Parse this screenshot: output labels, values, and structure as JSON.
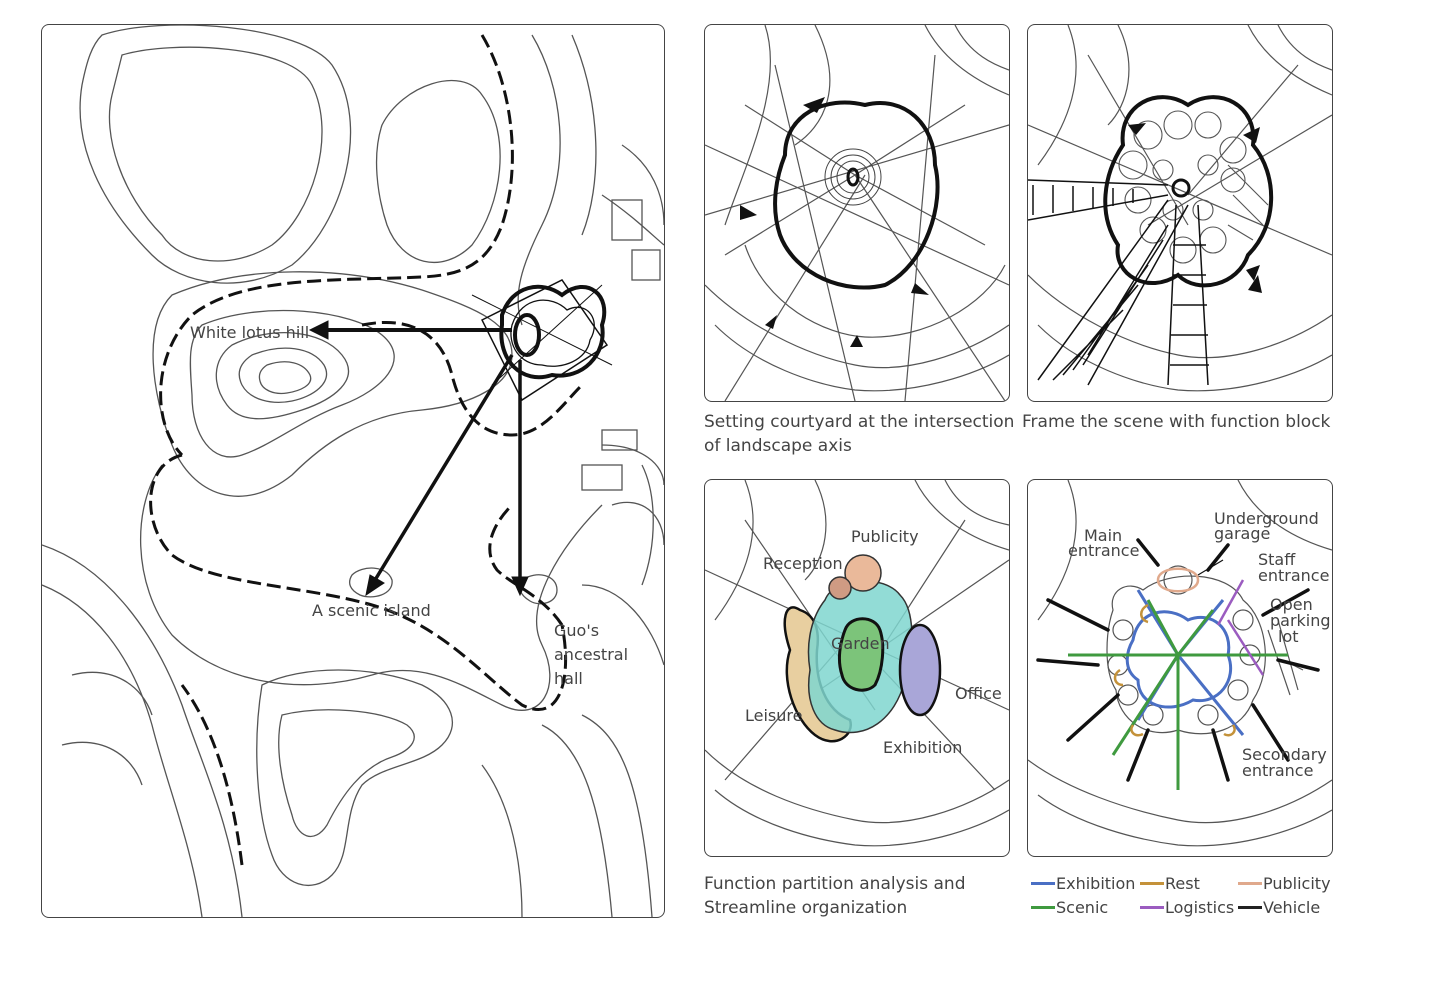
{
  "map": {
    "labels": {
      "white_lotus": "White lotus hill",
      "scenic_island": "A scenic island",
      "guo_line1": "Guo's",
      "guo_line2": "ancestral",
      "guo_line3": "hall"
    }
  },
  "captions": {
    "p1_line1": "Setting courtyard at the intersection",
    "p1_line2": "of landscape axis",
    "p2": "Frame the scene with function block",
    "p3_line1": "Function partition analysis and",
    "p3_line2": "Streamline organization"
  },
  "function_labels": {
    "publicity": "Publicity",
    "reception": "Reception",
    "garden": "Garden",
    "office": "Office",
    "leisure": "Leisure",
    "exhibition": "Exhibition"
  },
  "flow_labels": {
    "main_entrance_1": "Main",
    "main_entrance_2": "entrance",
    "underground_1": "Underground",
    "underground_2": "garage",
    "staff_1": "Staff",
    "staff_2": "entrance",
    "open_parking_1": "Open",
    "open_parking_2": "parking",
    "open_parking_3": "lot",
    "secondary_1": "Secondary",
    "secondary_2": "entrance"
  },
  "legend": [
    {
      "label": "Exhibition",
      "color": "#4a6fc4"
    },
    {
      "label": "Rest",
      "color": "#c4923a"
    },
    {
      "label": "Publicity",
      "color": "#e0a98c"
    },
    {
      "label": "Scenic",
      "color": "#3f9a3f"
    },
    {
      "label": "Logistics",
      "color": "#9b5cc0"
    },
    {
      "label": "Vehicle",
      "color": "#222222"
    }
  ],
  "zone_colors": {
    "garden": "#7fd6cf",
    "garden_core": "#7cc47a",
    "office": "#a9a6d8",
    "leisure": "#e8cfa0",
    "publicity": "#eab99a",
    "reception": "#cf9b83"
  }
}
